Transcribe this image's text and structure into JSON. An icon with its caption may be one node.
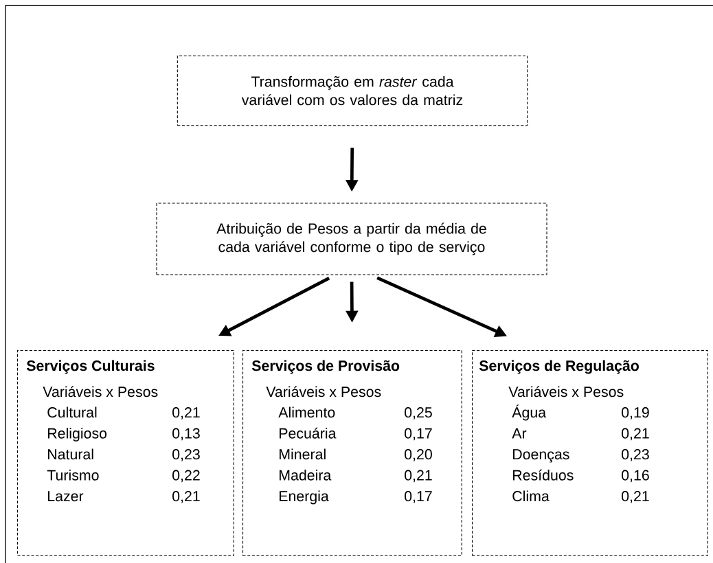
{
  "diagram": {
    "nodes": [
      {
        "text": [
          "Transformação em *raster* cada variável com os valores da matriz"
        ]
      },
      {
        "text": [
          "Atribuição de Pesos a partir da média de cada variável conforme o tipo de serviço"
        ]
      },
      {
        "text": [
          "Serviços Culturais",
          "Variáveis  x  Pesos",
          "Cultural",
          "0,21",
          "Religioso",
          "0,13",
          "Natural",
          "0,23",
          "Turismo",
          "0,22",
          "Lazer",
          "0,21"
        ]
      },
      {
        "text": [
          "Serviços de Provisão",
          "Variáveis  x  Pesos",
          "Alimento",
          "0,25",
          "Pecuária",
          "0,17",
          "Mineral",
          "0,20",
          "Madeira",
          "0,21",
          "Energia",
          "0,17"
        ]
      },
      {
        "text": [
          "Serviços de Regulação",
          "Variáveis  x  Pesos",
          "Água",
          "0,19",
          "Ar",
          "0,21",
          "Doenças",
          "0,23",
          "Resíduos",
          "0,16",
          "Clima",
          "0,21"
        ]
      }
    ],
    "edges": [
      {
        "from": 0,
        "to": 1,
        "arrow": "to"
      },
      {
        "from": 1,
        "to": 2,
        "arrow": "to"
      },
      {
        "from": 1,
        "to": 3,
        "arrow": "to"
      },
      {
        "from": 1,
        "to": 4,
        "arrow": "to"
      }
    ]
  }
}
